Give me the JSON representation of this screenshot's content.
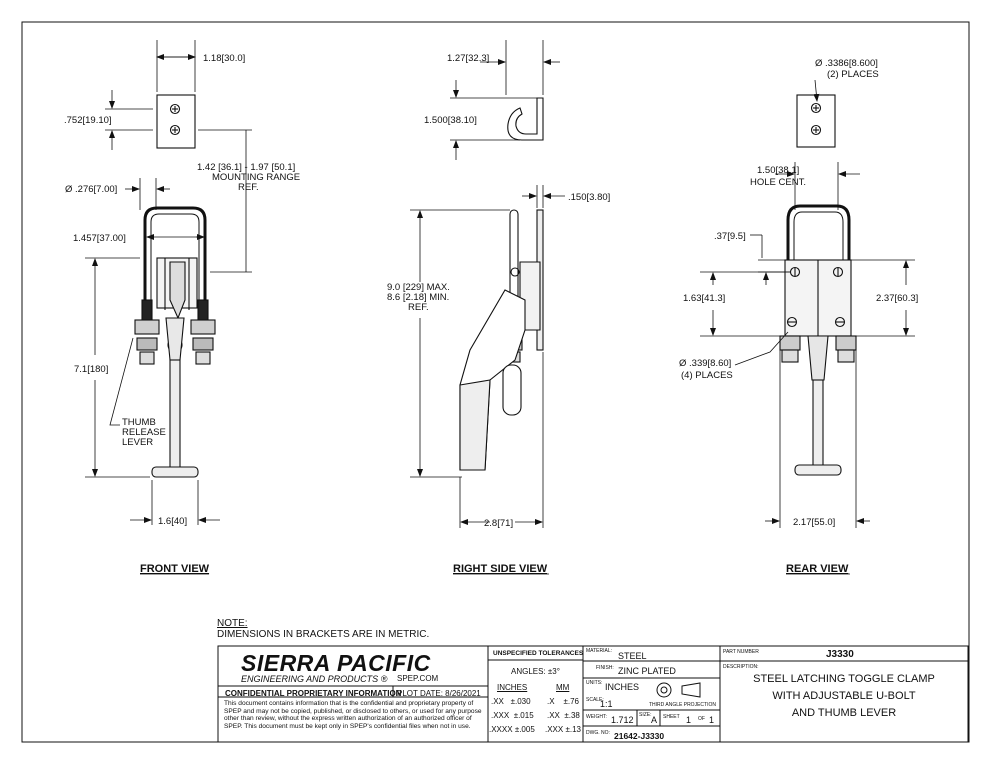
{
  "views": {
    "front": "FRONT VIEW",
    "side": "RIGHT SIDE VIEW",
    "rear": "REAR VIEW"
  },
  "front_dims": {
    "width_top": "1.18",
    "width_top_mm": "30.0",
    "hole_spacing": ".752",
    "hole_spacing_mm": "19.10",
    "mounting_range_1": "1.42 [36.1] - 1.97 [50.1]",
    "mounting_range_2": "MOUNTING RANGE",
    "mounting_range_3": "REF.",
    "ubolt_dia": "Ø .276",
    "ubolt_dia_mm": "7.00",
    "ubolt_width": "1.457",
    "ubolt_width_mm": "37.00",
    "height": "7.1",
    "height_mm": "180",
    "base_width": "1.6",
    "base_width_mm": "40",
    "thumb_1": "THUMB",
    "thumb_2": "RELEASE",
    "thumb_3": "LEVER"
  },
  "side_dims": {
    "hook_width": "1.27",
    "hook_width_mm": "32.3",
    "hook_height": "1.500",
    "hook_height_mm": "38.10",
    "thickness": ".150",
    "thickness_mm": "3.80",
    "length_1": "9.0 [229] MAX.",
    "length_2": "8.6 [2.18] MIN.",
    "length_3": "REF.",
    "depth": "2.8",
    "depth_mm": "71"
  },
  "rear_dims": {
    "hole_dia": "Ø .3386",
    "hole_dia_mm": "8.600",
    "hole_qty": "(2) PLACES",
    "hole_cent": "1.50",
    "hole_cent_mm": "38.1",
    "hole_cent_label": "HOLE CENT.",
    "offset": ".37",
    "offset_mm": "9.5",
    "h1": "1.63",
    "h1_mm": "41.3",
    "h2": "2.37",
    "h2_mm": "60.3",
    "base_hole_dia": "Ø .339",
    "base_hole_dia_mm": "8.60",
    "base_hole_qty": "(4) PLACES",
    "width": "2.17",
    "width_mm": "55.0"
  },
  "note": {
    "heading": "NOTE:",
    "text": "DIMENSIONS IN BRACKETS ARE IN METRIC."
  },
  "title_block": {
    "company": "SIERRA PACIFIC",
    "company_sub": "ENGINEERING AND PRODUCTS",
    "website": "SPEP.COM",
    "confidential": "CONFIDENTIAL PROPRIETARY INFORMATION",
    "plot_date": "PLOT DATE:  8/26/2021",
    "legal": "This document contains information that is the confidential and proprietary property of SPEP and may not be copied, published, or disclosed to others, or used for any purpose  other than review, without the express written authorization of an authorized officer of SPEP. This document must be kept only in SPEP's confidential files when not in use.",
    "tol_heading": "UNSPECIFIED TOLERANCES",
    "angles": "ANGLES: ±3°",
    "inches_head": "INCHES",
    "mm_head": "MM",
    "tol_rows": [
      {
        "in": ".XX",
        "in_tol": "±.030",
        "mm": ".X",
        "mm_tol": "±.76"
      },
      {
        "in": ".XXX",
        "in_tol": "±.015",
        "mm": ".XX",
        "mm_tol": "±.38"
      },
      {
        "in": ".XXXX",
        "in_tol": "±.005",
        "mm": ".XXX",
        "mm_tol": "±.13"
      }
    ],
    "material_label": "MATERIAL:",
    "material": "STEEL",
    "finish_label": "FINISH:",
    "finish": "ZINC PLATED",
    "units_label": "UNITS:",
    "units": "INCHES",
    "scale_label": "SCALE:",
    "scale": "1:1",
    "projection": "THIRD ANGLE PROJECTION",
    "weight_label": "WEIGHT:",
    "weight": "1.712",
    "size_label": "SIZE:",
    "size": "A",
    "sheet_label": "SHEET",
    "sheet": "1",
    "of_label": "OF",
    "sheet_total": "1",
    "dwg_label": "DWG. NO:",
    "dwg_no": "21642-J3330",
    "part_label": "PART NUMBER",
    "part_no": "J3330",
    "desc_label": "DESCRIPTION:",
    "desc_1": "STEEL LATCHING TOGGLE CLAMP",
    "desc_2": "WITH ADJUSTABLE U-BOLT",
    "desc_3": "AND THUMB LEVER"
  }
}
